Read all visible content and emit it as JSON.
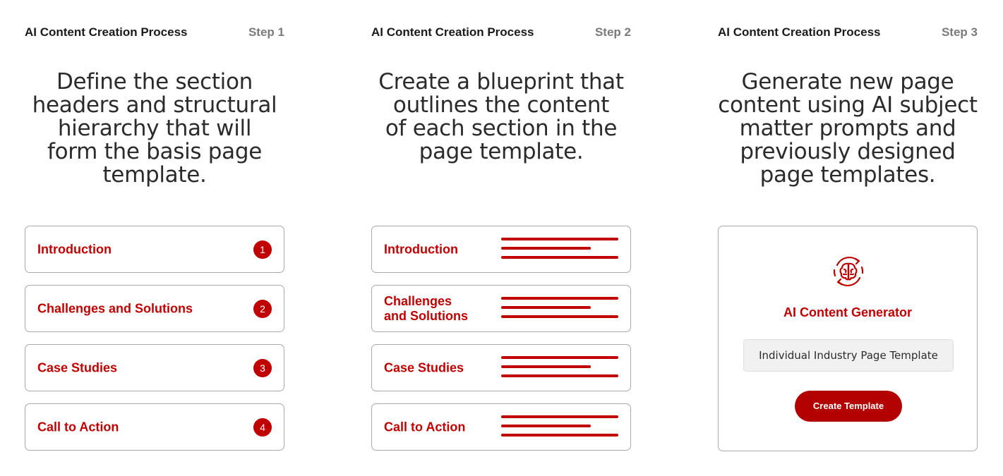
{
  "colors": {
    "accent": "#c00000",
    "button": "#b30000",
    "border": "#a9a9a9",
    "step_label": "#7a7a7a"
  },
  "columns": [
    {
      "process_title": "AI Content Creation Process",
      "step_label": "Step 1",
      "description_lines": [
        "Define the section",
        "headers and structural",
        "hierarchy that will",
        "form the basis page",
        "template."
      ],
      "sections": [
        {
          "label_lines": [
            "Introduction"
          ],
          "number": "1"
        },
        {
          "label_lines": [
            "Challenges and Solutions"
          ],
          "number": "2"
        },
        {
          "label_lines": [
            "Case Studies"
          ],
          "number": "3"
        },
        {
          "label_lines": [
            "Call to Action"
          ],
          "number": "4"
        }
      ]
    },
    {
      "process_title": "AI Content Creation Process",
      "step_label": "Step 2",
      "description_lines": [
        "Create a blueprint that",
        "outlines the content",
        "of each section in the",
        "page template."
      ],
      "sections": [
        {
          "label_lines": [
            "Introduction"
          ]
        },
        {
          "label_lines": [
            "Challenges",
            "and Solutions"
          ]
        },
        {
          "label_lines": [
            "Case Studies"
          ]
        },
        {
          "label_lines": [
            "Call to Action"
          ]
        }
      ]
    },
    {
      "process_title": "AI Content Creation Process",
      "step_label": "Step 3",
      "description_lines": [
        "Generate new page",
        "content using AI subject",
        "matter prompts and",
        "previously designed",
        "page templates."
      ],
      "generator": {
        "icon": "brain-cycle-icon",
        "title": "AI Content Generator",
        "input_value": "Individual Industry Page Template",
        "button_label": "Create Template"
      }
    }
  ]
}
